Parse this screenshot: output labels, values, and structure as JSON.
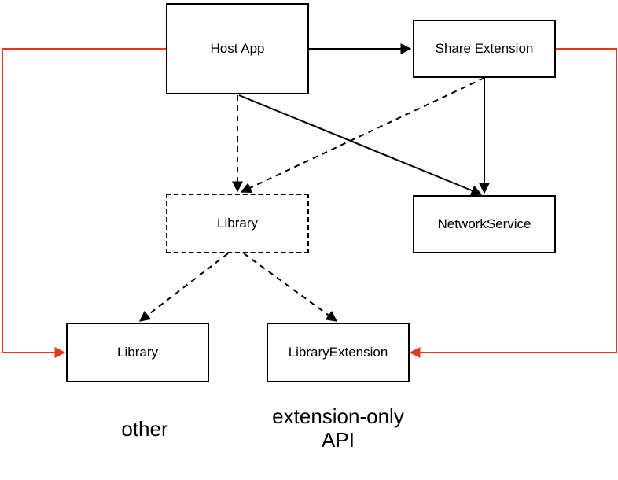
{
  "nodes": {
    "host_app": "Host App",
    "share_extension": "Share Extension",
    "library_dashed": "Library",
    "network_service": "NetworkService",
    "library": "Library",
    "library_extension": "LibraryExtension"
  },
  "captions": {
    "other": "other",
    "extension_only_line1": "extension-only",
    "extension_only_line2": "API"
  },
  "colors": {
    "arrow": "#000000",
    "highlight_arrow": "#e8371c"
  }
}
